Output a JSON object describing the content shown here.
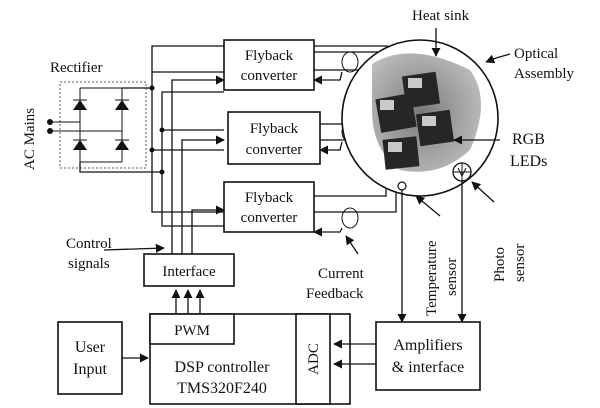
{
  "labels": {
    "heat_sink": "Heat sink",
    "optical_assembly_1": "Optical",
    "optical_assembly_2": "Assembly",
    "rectifier": "Rectifier",
    "ac_mains": "AC Mains",
    "rgb_leds_1": "RGB",
    "rgb_leds_2": "LEDs",
    "temperature_sensor_1": "Temperature",
    "temperature_sensor_2": "sensor",
    "photo_sensor_1": "Photo",
    "photo_sensor_2": "sensor",
    "control_signals_1": "Control",
    "control_signals_2": "signals",
    "current_feedback_1": "Current",
    "current_feedback_2": "Feedback"
  },
  "blocks": {
    "flyback_1": [
      "Flyback",
      "converter"
    ],
    "flyback_2": [
      "Flyback",
      "converter"
    ],
    "flyback_3": [
      "Flyback",
      "converter"
    ],
    "interface": "Interface",
    "pwm": "PWM",
    "user_input": [
      "User",
      "Input"
    ],
    "dsp_1": "DSP controller",
    "dsp_2": "TMS320F240",
    "adc": "ADC",
    "amplifiers": [
      "Amplifiers",
      "& interface"
    ]
  },
  "colors": {
    "ink": "#111111",
    "heat_sink_gray": "#9a9a9a",
    "led_dark": "#262626"
  }
}
